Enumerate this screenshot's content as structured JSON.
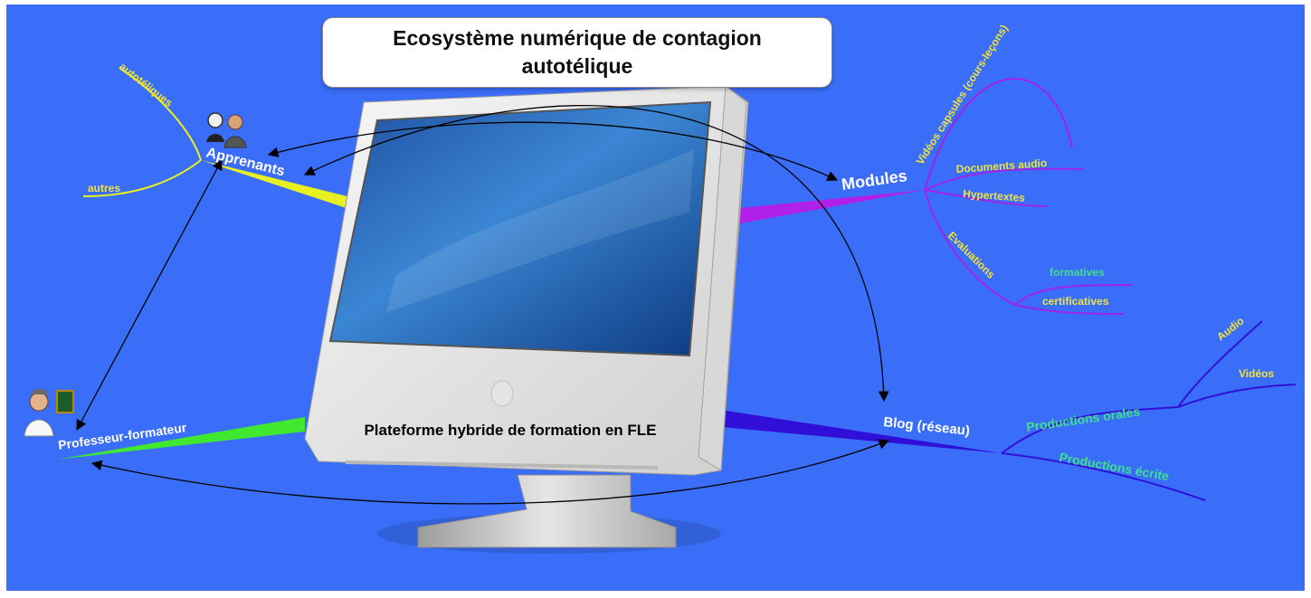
{
  "title": "Ecosystème numérique de contagion autotélique",
  "center_label": "Plateforme hybride de formation en FLE",
  "apprenants": {
    "label": "Apprenants",
    "children": [
      "autotéliques",
      "autres"
    ]
  },
  "modules": {
    "label": "Modules",
    "children": [
      "Vidéos capsules (cours-leçons)",
      "Documents audio",
      "Hypertextes",
      "Evaluations"
    ],
    "evaluations_children": [
      "formatives",
      "certificatives"
    ]
  },
  "professeur": {
    "label": "Professeur-formateur"
  },
  "blog": {
    "label": "Blog (réseau)",
    "children": [
      "Productions orales",
      "Productions écrite"
    ],
    "orales_children": [
      "Audio",
      "Vidéos"
    ]
  },
  "colors": {
    "background": "#3a6ef8",
    "apprenants_branch": "#e8f020",
    "modules_branch": "#b020e8",
    "professeur_branch": "#40e830",
    "blog_branch": "#3010d8",
    "yellow_text": "#f2e33a",
    "green_text": "#3fe08a",
    "white_text": "#ffffff"
  },
  "icons": [
    "learners-icon",
    "teacher-icon",
    "computer-monitor-icon"
  ]
}
